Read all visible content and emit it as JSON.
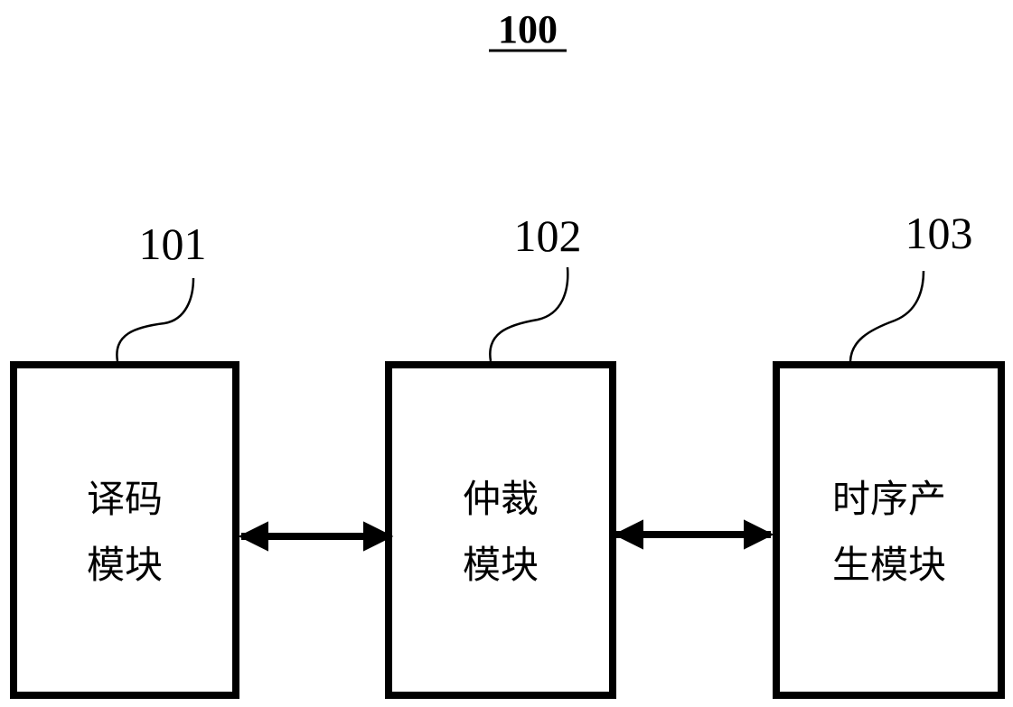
{
  "figure": {
    "number": "100"
  },
  "modules": [
    {
      "ref": "101",
      "label_lines": [
        "译码",
        "模块"
      ]
    },
    {
      "ref": "102",
      "label_lines": [
        "仲裁",
        "模块"
      ]
    },
    {
      "ref": "103",
      "label_lines": [
        "时序产",
        "生模块"
      ]
    }
  ],
  "connections": [
    {
      "from": "101",
      "to": "102",
      "direction": "bidirectional"
    },
    {
      "from": "102",
      "to": "103",
      "direction": "bidirectional"
    }
  ]
}
